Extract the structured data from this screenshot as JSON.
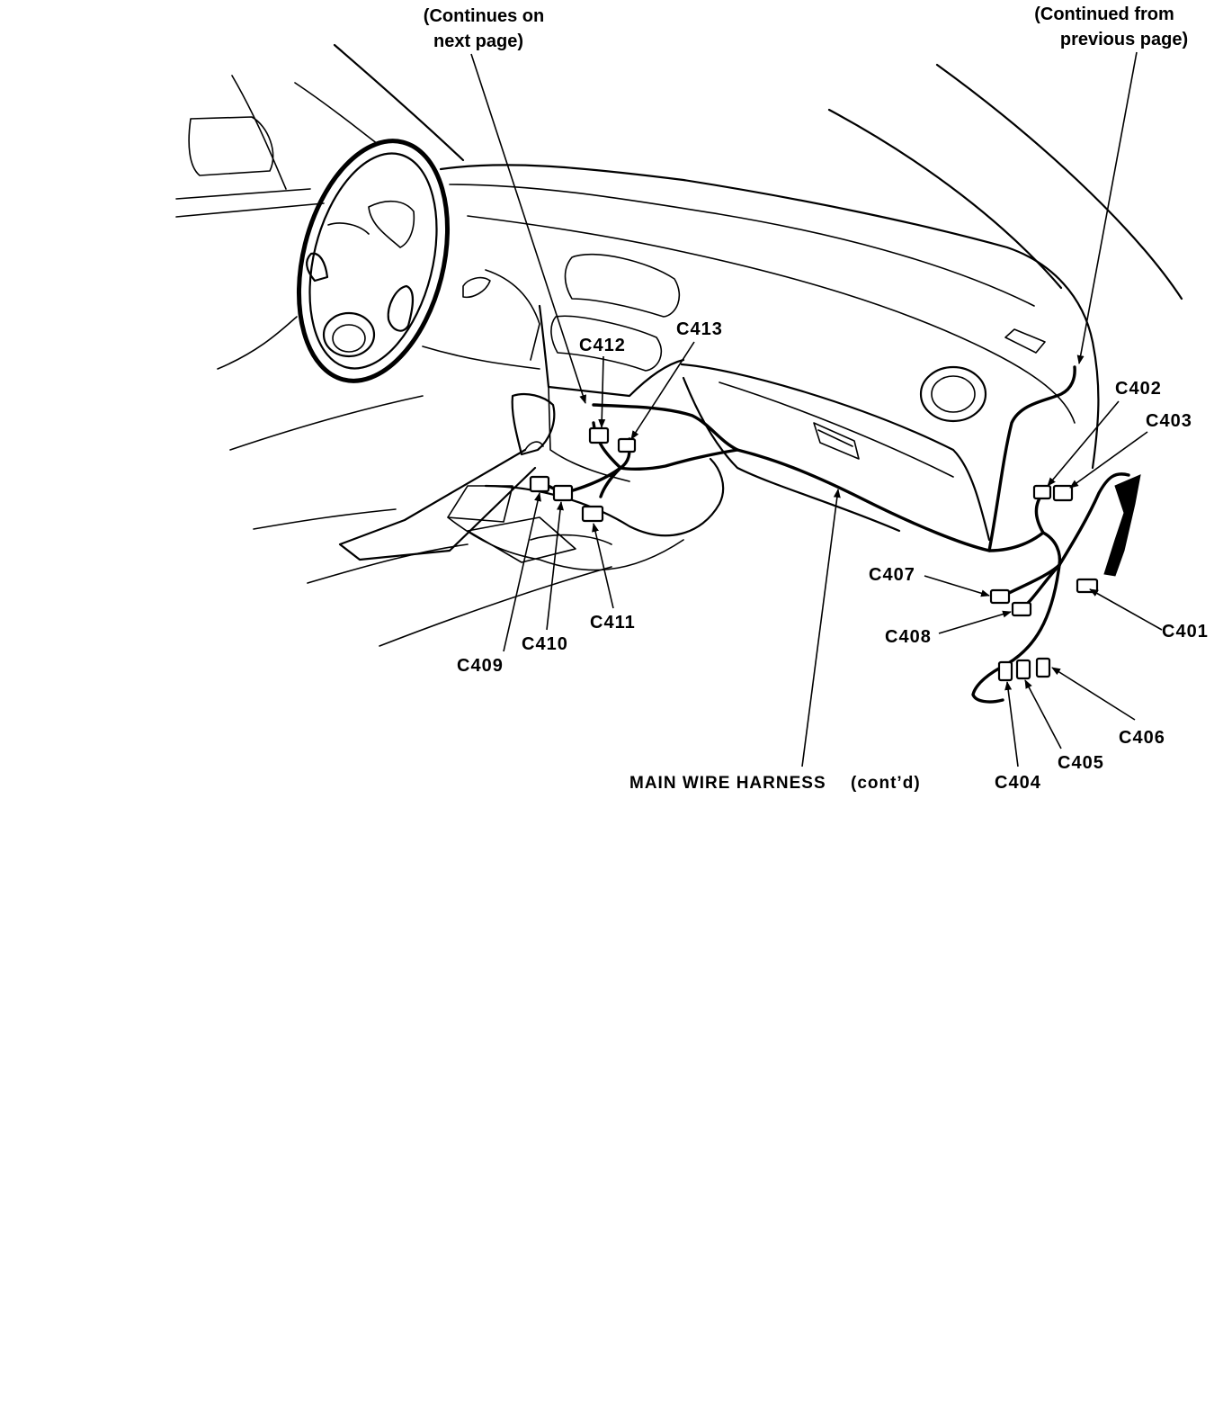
{
  "notes": {
    "continues_next": [
      "(Continues on",
      "next  page)"
    ],
    "continued_prev": [
      "(Continued from",
      "previous   page)"
    ]
  },
  "harness": {
    "name": "MAIN WIRE HARNESS",
    "suffix": "(cont’d)"
  },
  "connectors": {
    "c401": "C401",
    "c402": "C402",
    "c403": "C403",
    "c404": "C404",
    "c405": "C405",
    "c406": "C406",
    "c407": "C407",
    "c408": "C408",
    "c409": "C409",
    "c410": "C410",
    "c411": "C411",
    "c412": "C412",
    "c413": "C413"
  }
}
